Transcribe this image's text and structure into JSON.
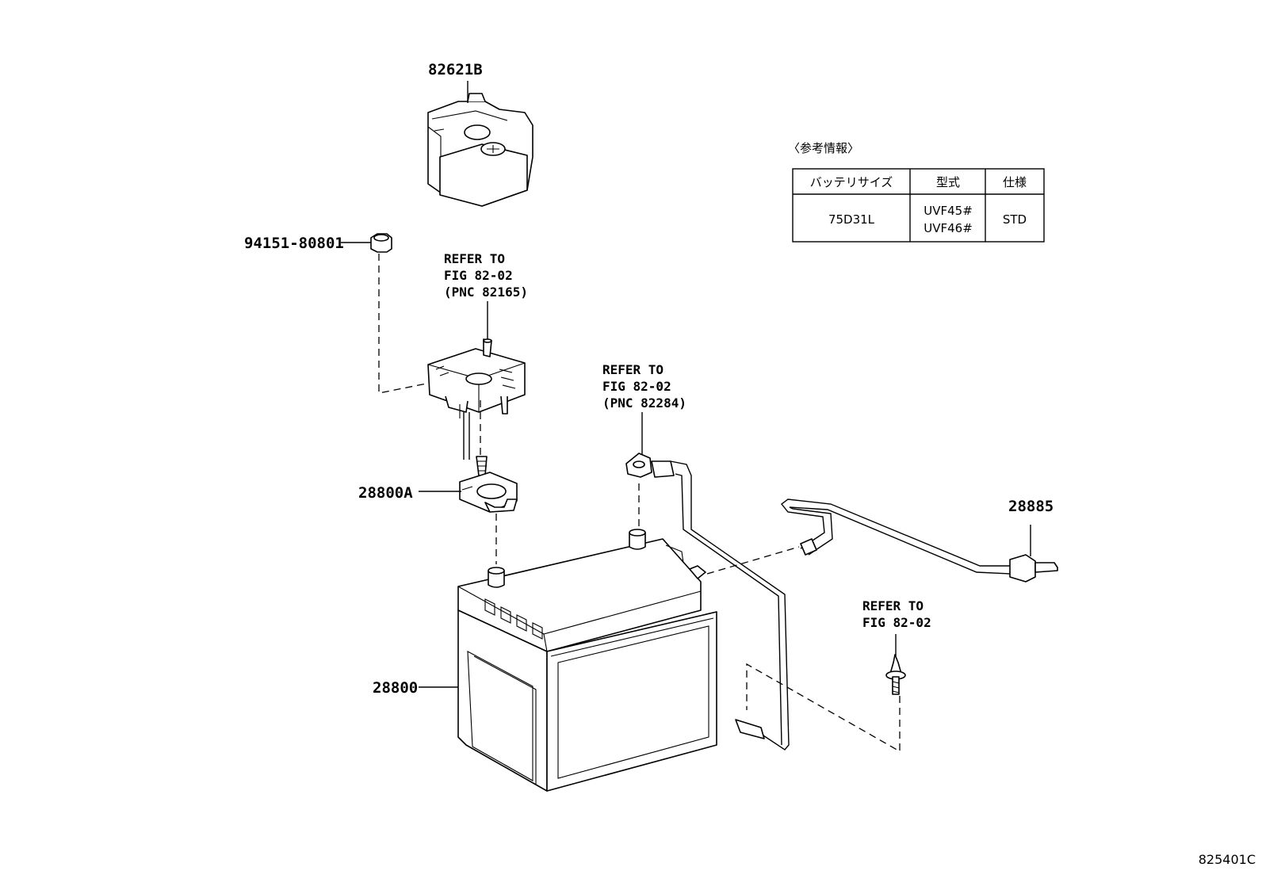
{
  "parts": {
    "cover": "82621B",
    "nut": "94151-80801",
    "terminal": "28800A",
    "battery": "28800",
    "hose": "28885"
  },
  "refs": [
    {
      "line1": "REFER TO",
      "line2": "FIG 82-02",
      "line3": "(PNC 82165)"
    },
    {
      "line1": "REFER TO",
      "line2": "FIG 82-02",
      "line3": "(PNC 82284)"
    },
    {
      "line1": "REFER TO",
      "line2": "FIG 82-02"
    }
  ],
  "reference_table": {
    "title": "〈参考情報〉",
    "headers": [
      "バッテリサイズ",
      "型式",
      "仕様"
    ],
    "rows": [
      {
        "size": "75D31L",
        "models": [
          "UVF45#",
          "UVF46#"
        ],
        "spec": "STD"
      }
    ]
  },
  "figure_id": "825401C"
}
